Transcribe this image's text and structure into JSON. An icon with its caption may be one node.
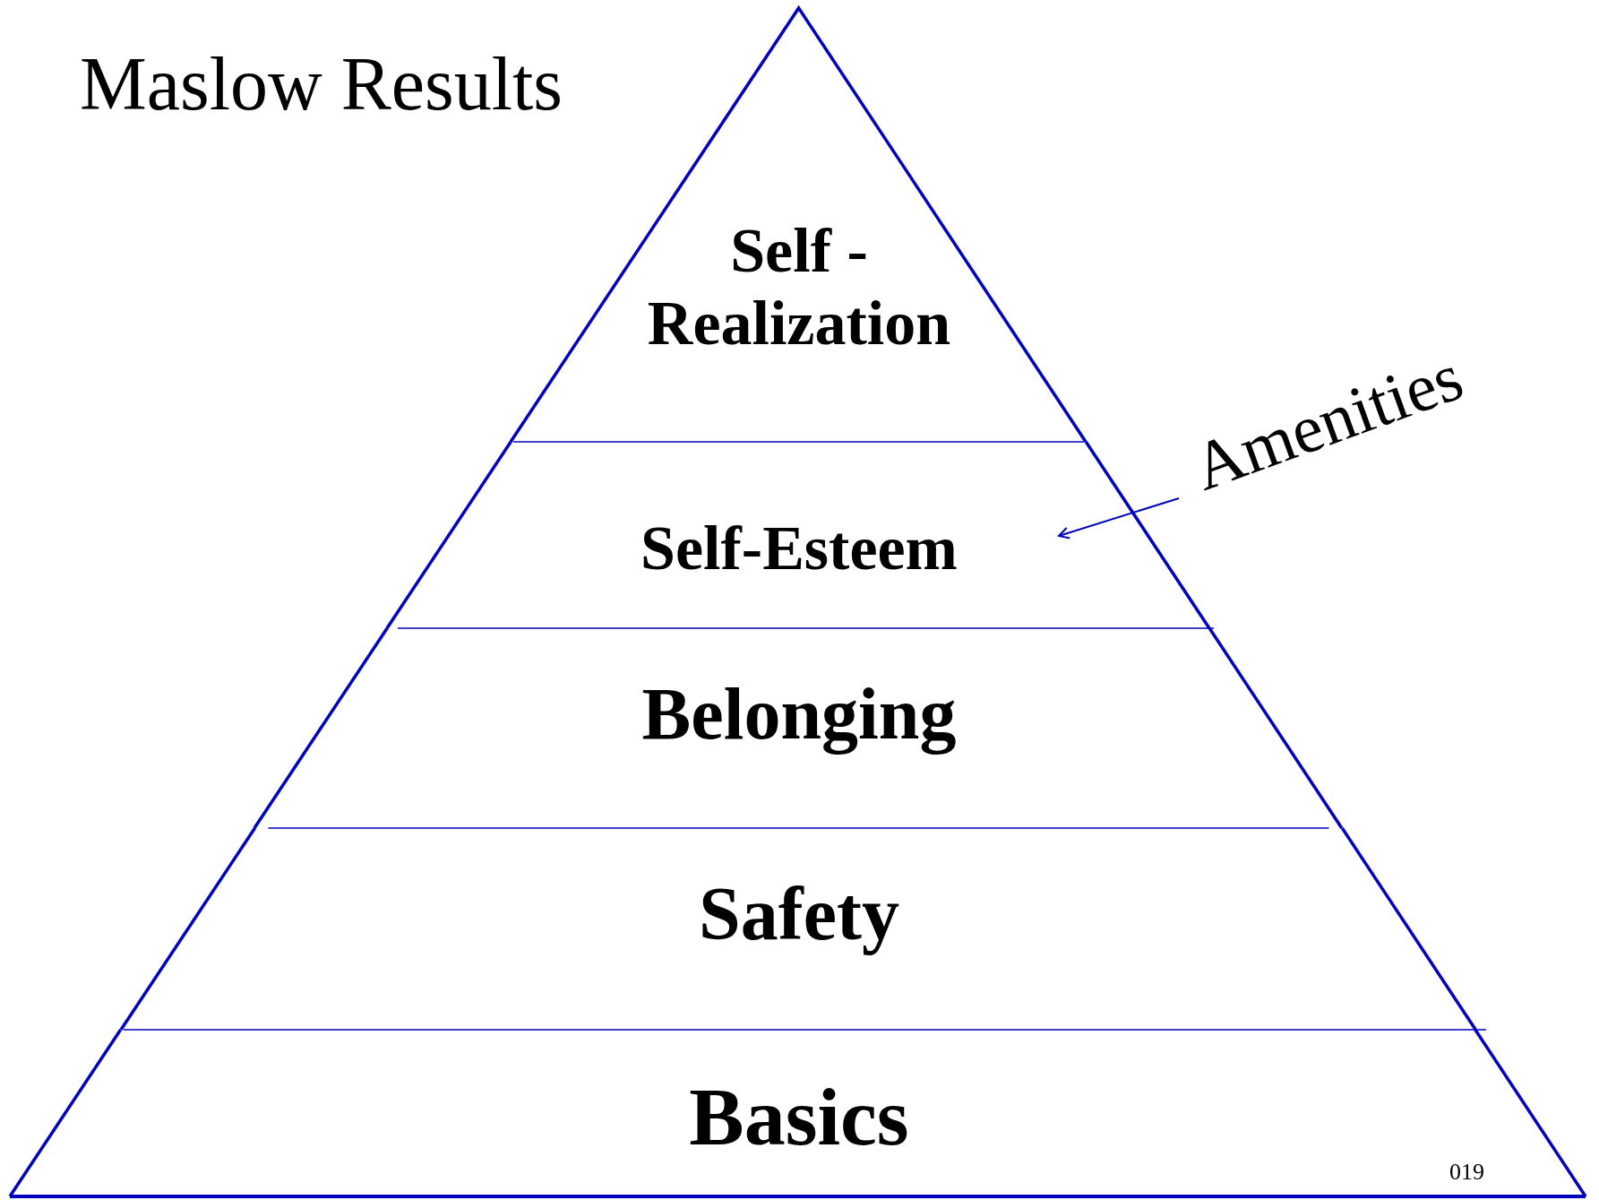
{
  "diagram": {
    "title": "Maslow Results",
    "nodes": [
      {
        "text": [
          "Self - Realization"
        ]
      },
      {
        "text": [
          "Self-Esteem"
        ]
      },
      {
        "text": [
          "Belonging"
        ]
      },
      {
        "text": [
          "Safety"
        ]
      },
      {
        "text": [
          "Basics"
        ]
      },
      {
        "text": [
          "Amenities"
        ]
      }
    ],
    "edges": [
      {
        "from": 5,
        "to": 1,
        "arrow": "to"
      }
    ],
    "labels": [
      "019"
    ]
  }
}
